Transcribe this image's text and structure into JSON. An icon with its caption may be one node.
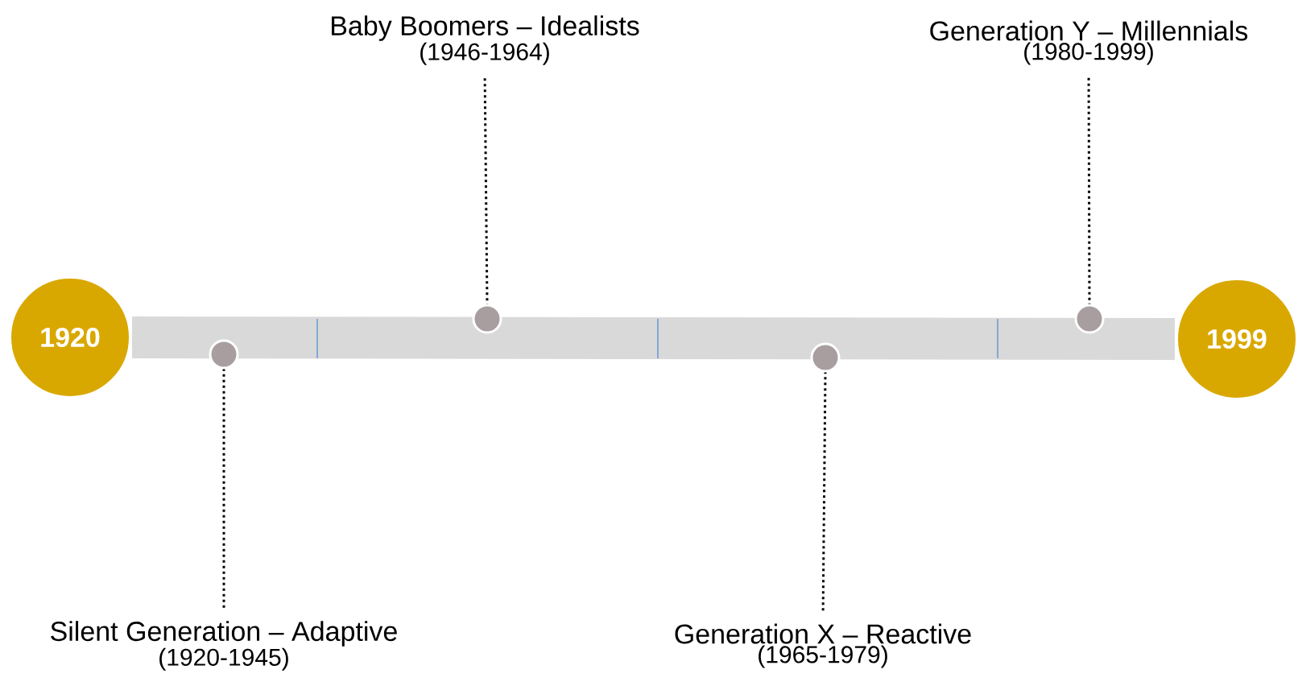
{
  "diagram": {
    "nodes": [
      {
        "text": [
          "1920"
        ]
      },
      {
        "text": [],
        "shape": "circle"
      },
      {
        "text": [],
        "shape": "circle"
      },
      {
        "text": [],
        "shape": "circle"
      },
      {
        "text": [],
        "shape": "circle"
      },
      {
        "text": [
          "1999"
        ]
      },
      {
        "text": [
          "Baby Boomers – Idealists",
          "(1946-1964)"
        ]
      },
      {
        "text": [
          "Generation Y – Millennials",
          "(1980-1999)"
        ]
      },
      {
        "text": [
          "Silent Generation – Adaptive",
          "(1920-1945)"
        ]
      },
      {
        "text": [
          "Generation X – Reactive",
          "(1965-1979)"
        ]
      }
    ],
    "edges": [
      {
        "from": 0,
        "to": 5,
        "arrow": "none",
        "style": "thick",
        "color": "#d9d9d9"
      },
      {
        "from": 6,
        "to": 2,
        "arrow": "none",
        "style": "dashed"
      },
      {
        "from": 7,
        "to": 4,
        "arrow": "none",
        "style": "dashed"
      },
      {
        "from": 8,
        "to": 1,
        "arrow": "none",
        "style": "dashed"
      },
      {
        "from": 9,
        "to": 3,
        "arrow": "none",
        "style": "dashed"
      }
    ]
  }
}
